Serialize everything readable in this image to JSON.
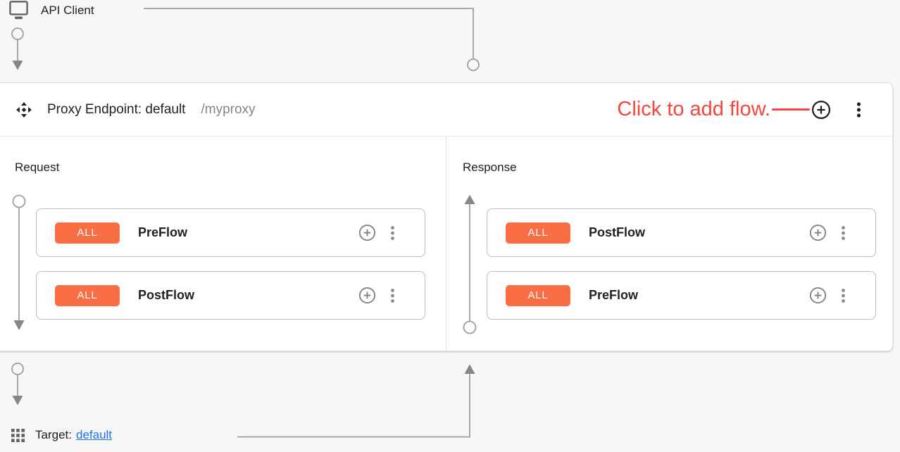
{
  "api_client": {
    "label": "API Client",
    "icon": "monitor-icon"
  },
  "proxy_endpoint": {
    "icon": "move-icon",
    "title": "Proxy Endpoint: default",
    "base_path": "/myproxy",
    "annotation": {
      "text": "Click to add flow.",
      "color": "#f4463c"
    },
    "header_actions": {
      "add_flow_icon": "plus-circle-icon",
      "menu_icon": "more-vert-icon"
    },
    "request": {
      "label": "Request",
      "flows": [
        {
          "badge": "ALL",
          "name": "PreFlow"
        },
        {
          "badge": "ALL",
          "name": "PostFlow"
        }
      ]
    },
    "response": {
      "label": "Response",
      "flows": [
        {
          "badge": "ALL",
          "name": "PostFlow"
        },
        {
          "badge": "ALL",
          "name": "PreFlow"
        }
      ]
    }
  },
  "target": {
    "label": "Target:",
    "link": "default",
    "icon": "apps-grid-icon"
  },
  "colors": {
    "canvas_bg": "#f7f7f7",
    "panel_bg": "#ffffff",
    "badge_bg": "#fa6e46",
    "annotation_red": "#f4463c",
    "link_blue": "#1a73e8",
    "connector_gray": "#9aa0a6",
    "text_primary": "#202124",
    "text_secondary": "#80868b"
  }
}
